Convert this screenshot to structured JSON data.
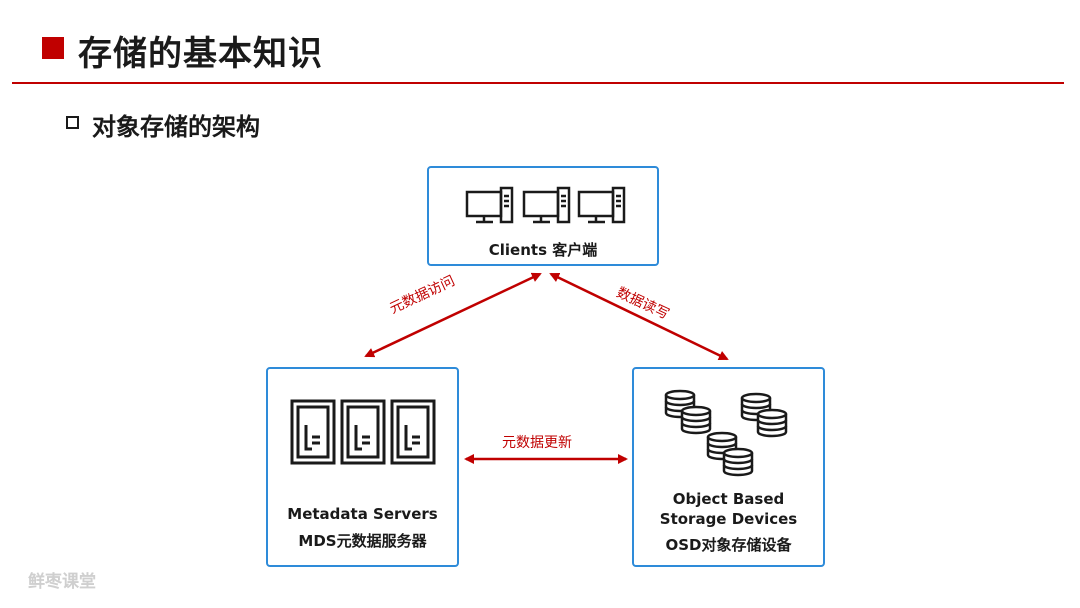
{
  "header": {
    "title": "存储的基本知识"
  },
  "section": {
    "subtitle": "对象存储的架构"
  },
  "nodes": {
    "clients": {
      "label": "Clients 客户端",
      "icon": "computer-icon"
    },
    "mds": {
      "label_line1": "Metadata Servers",
      "label_line2": "MDS元数据服务器",
      "icon": "server-rack-icon"
    },
    "osd": {
      "label_line1": "Object Based",
      "label_line2": "Storage Devices",
      "label_line3": "OSD对象存储设备",
      "icon": "database-icon"
    }
  },
  "edges": {
    "metadata_access": "元数据访问",
    "data_rw": "数据读写",
    "metadata_update": "元数据更新"
  },
  "watermark": "鲜枣课堂",
  "colors": {
    "accent": "#c00000",
    "node_border": "#2e8bd9"
  }
}
